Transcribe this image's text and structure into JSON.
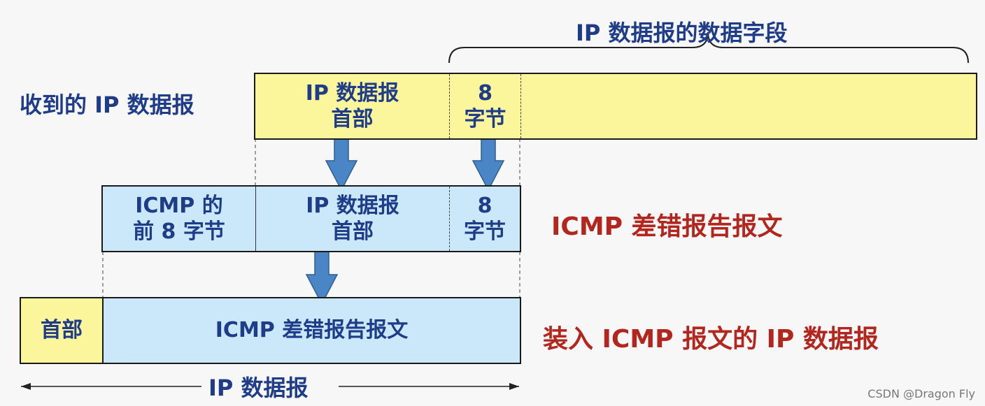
{
  "top": {
    "brace_label": "IP 数据报的数据字段",
    "row_label": "收到的 IP 数据报",
    "header_cell": [
      "IP 数据报",
      "首部"
    ],
    "eight_cell": [
      "8",
      "字节"
    ]
  },
  "middle": {
    "row_label": "ICMP 差错报告报文",
    "icmp_cell": [
      "ICMP 的",
      "前 8 字节"
    ],
    "header_cell": [
      "IP 数据报",
      "首部"
    ],
    "eight_cell": [
      "8",
      "字节"
    ]
  },
  "bottom": {
    "row_label": "装入 ICMP 报文的 IP 数据报",
    "header_cell": "首部",
    "body_cell": "ICMP 差错报告报文",
    "span_label": "IP 数据报"
  },
  "watermark": "CSDN @Dragon Fly",
  "colors": {
    "yellow": "#fbf59b",
    "light_blue": "#cbe8fb",
    "arrow_blue": "#4a85c5",
    "text_blue": "#1f3c88",
    "text_red": "#b3261e"
  }
}
